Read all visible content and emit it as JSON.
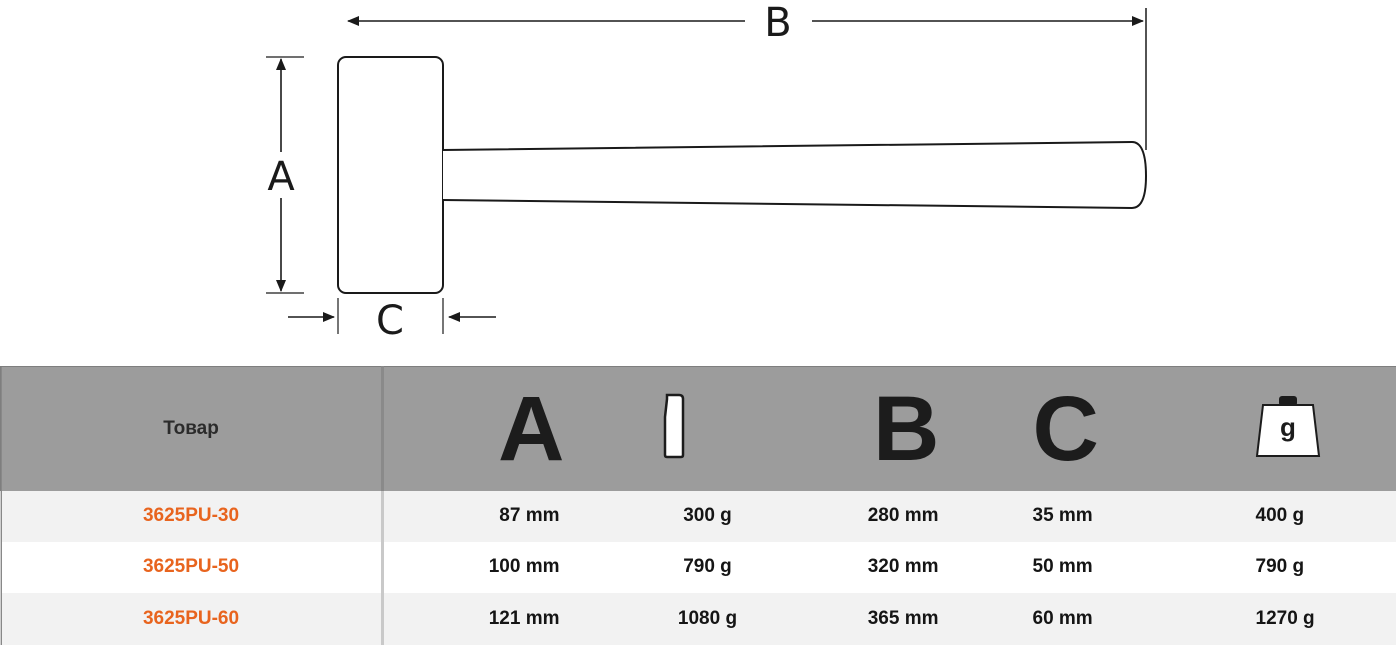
{
  "diagram": {
    "label_b": "B",
    "label_a": "A",
    "label_c": "C"
  },
  "table": {
    "header": {
      "product_label": "Товар",
      "col_a": "A",
      "col_b": "B",
      "col_c": "C",
      "weight_icon_letter": "g",
      "icons": [
        "head-profile-icon",
        "weight-icon"
      ]
    },
    "rows": [
      {
        "sku": "3625PU-30",
        "a": "87 mm",
        "head_weight": "300 g",
        "b": "280 mm",
        "c": "35 mm",
        "total_weight": "400 g"
      },
      {
        "sku": "3625PU-50",
        "a": "100 mm",
        "head_weight": "790 g",
        "b": "320 mm",
        "c": "50 mm",
        "total_weight": "790 g"
      },
      {
        "sku": "3625PU-60",
        "a": "121 mm",
        "head_weight": "1080 g",
        "b": "365 mm",
        "c": "60 mm",
        "total_weight": "1270 g"
      }
    ]
  },
  "colors": {
    "sku_accent": "#e8641e",
    "header_bg": "#9c9c9c",
    "row_alt_bg": "#f2f2f2"
  }
}
